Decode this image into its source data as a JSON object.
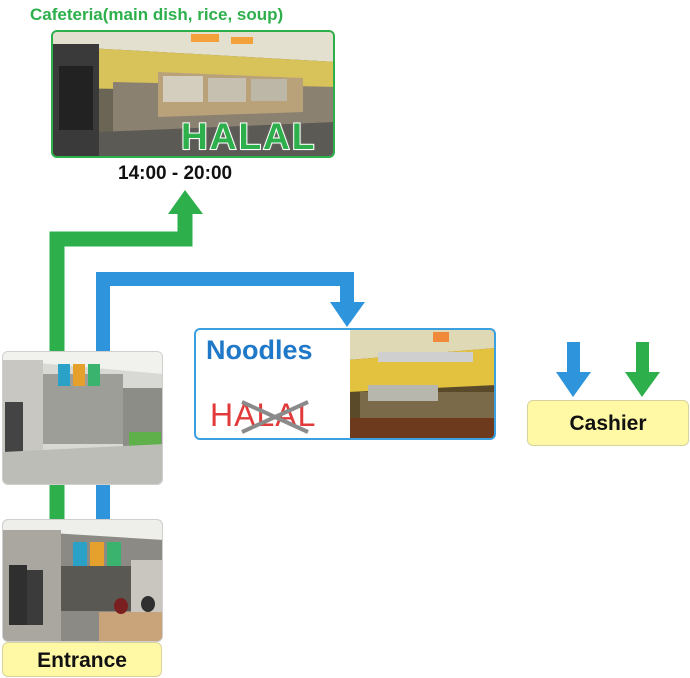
{
  "cafeteria": {
    "title": "Cafeteria(main dish, rice, soup)",
    "halal_label": "HALAL",
    "hours": "14:00 - 20:00"
  },
  "noodles": {
    "title": "Noodles",
    "halal_crossed_label": "HALAL"
  },
  "cashier": {
    "label": "Cashier"
  },
  "entrance": {
    "label": "Entrance"
  },
  "colors": {
    "green_route": "#2db04b",
    "blue_route": "#2e95dc",
    "label_bg": "#fff9a6"
  }
}
